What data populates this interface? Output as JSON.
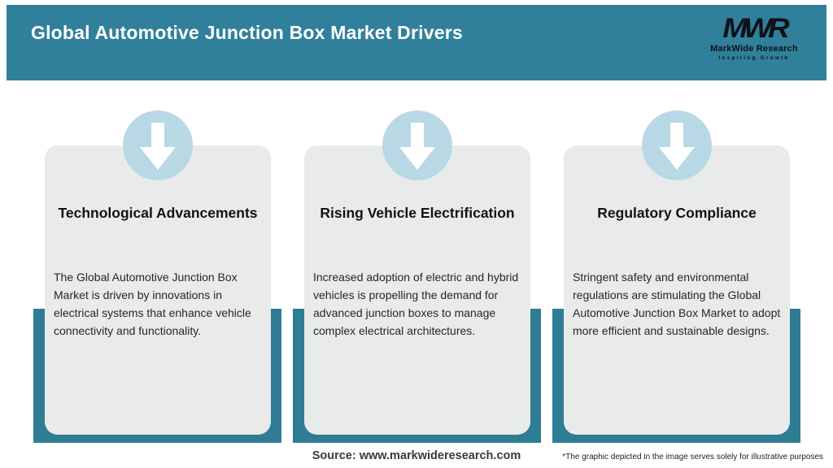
{
  "header": {
    "title": "Global Automotive Junction Box Market Drivers"
  },
  "logo": {
    "monogram": "MWR",
    "name": "MarkWide Research",
    "tagline": "Inspiring Growth"
  },
  "cards": [
    {
      "icon": "down-arrow-icon",
      "title": "Technological Advancements",
      "body": "The Global Automotive Junction Box\nMarket is driven by innovations in\nelectrical systems that enhance vehicle\nconnectivity and functionality."
    },
    {
      "icon": "down-arrow-icon",
      "title": "Rising Vehicle Electrification",
      "body": "Increased adoption of electric and hybrid\nvehicles is propelling the demand for\nadvanced junction boxes to manage\ncomplex electrical architectures."
    },
    {
      "icon": "down-arrow-icon",
      "title": "Regulatory Compliance",
      "body": "Stringent safety and environmental\nregulations are stimulating the Global\nAutomotive Junction Box Market to adopt\nmore efficient and sustainable designs."
    }
  ],
  "footer": {
    "source": "Source: www.markwideresearch.com",
    "disclaimer": "*The graphic depicted in the image serves solely for illustrative purposes"
  },
  "colors": {
    "header_teal": "#31809B",
    "back_panel_teal": "#2E7D94",
    "circle_blue": "#B8D8E5",
    "card_gray": "#E9EBEA",
    "logo_black": "#0D1218"
  }
}
